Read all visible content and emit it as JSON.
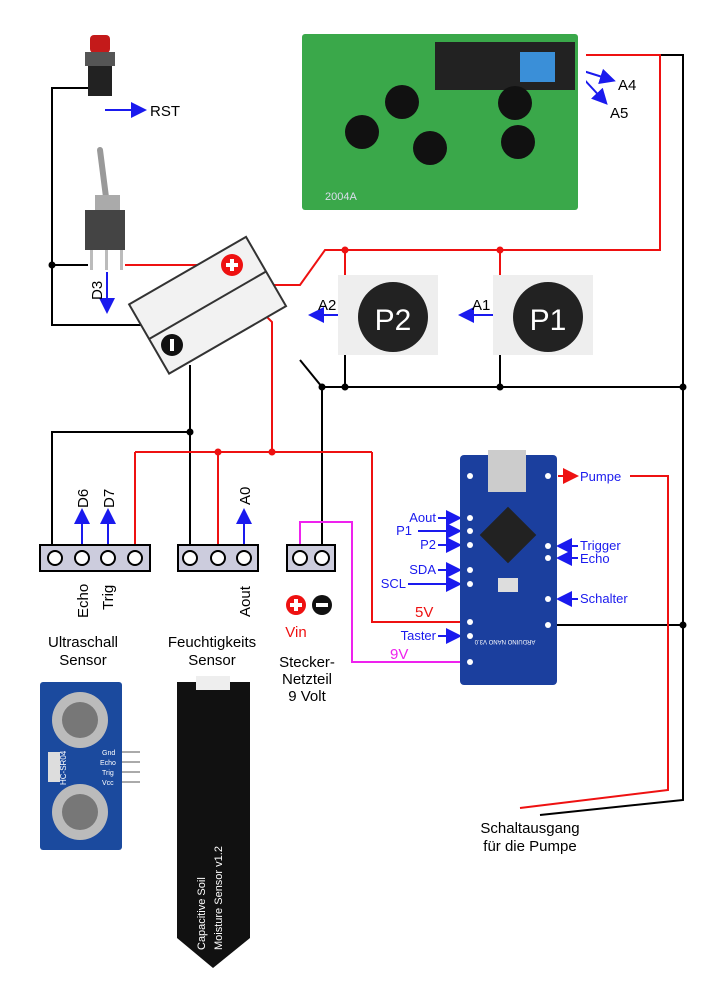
{
  "colors": {
    "wire_black": "#000000",
    "wire_red": "#ee1111",
    "wire_blue": "#1a1aee",
    "wire_magenta": "#ee22ee",
    "board_blue": "#1b3f9e",
    "lcd_green": "#3aa84a"
  },
  "labels": {
    "rst": "RST",
    "d3": "D3",
    "a4": "A4",
    "a5": "A5",
    "a2": "A2",
    "a1": "A1",
    "p2": "P2",
    "p1": "P1",
    "d6": "D6",
    "d7": "D7",
    "a0": "A0",
    "echo": "Echo",
    "trig": "Trig",
    "aout": "Aout",
    "vin": "Vin",
    "ultrasonic": [
      "Ultraschall",
      "Sensor"
    ],
    "moisture": [
      "Feuchtigkeits",
      "Sensor"
    ],
    "psu": [
      "Stecker-",
      "Netzteil",
      "9 Volt"
    ],
    "output": [
      "Schaltausgang",
      "für die Pumpe"
    ],
    "five_v": "5V",
    "nine_v": "9V"
  },
  "nano_pins_left": [
    "Aout",
    "P1",
    "P2",
    "SDA",
    "SCL",
    "Taster"
  ],
  "nano_pins_right": [
    "Pumpe",
    "Trigger",
    "Echo",
    "Schalter"
  ],
  "component_text": {
    "lcd": "2004A",
    "nano": "ARDUINO NANO V3.0",
    "soil": [
      "Capacitive Soil",
      "Moisture Sensor v1.2"
    ],
    "hcsr04": "HC-SR04",
    "hc_pins": [
      "Gnd",
      "Echo",
      "Trig",
      "Vcc"
    ]
  }
}
